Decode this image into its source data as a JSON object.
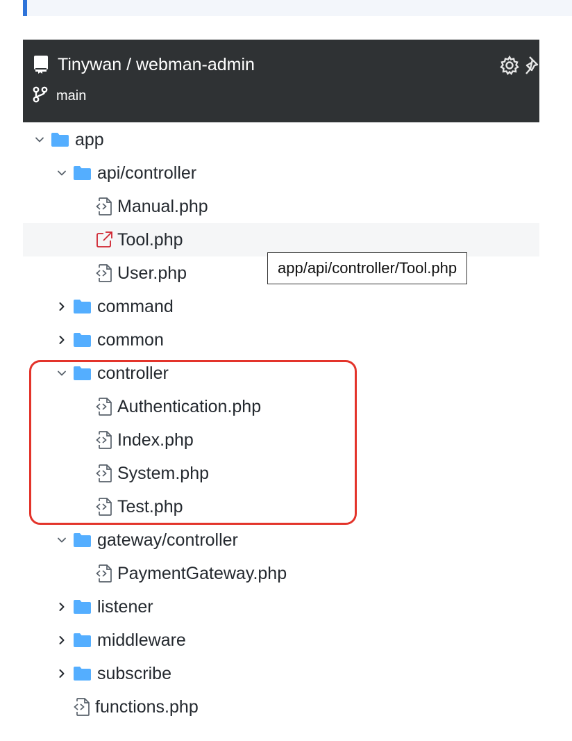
{
  "header": {
    "repo_title": "Tinywan / webman-admin",
    "branch": "main"
  },
  "tooltip": {
    "text": "app/api/controller/Tool.php"
  },
  "tree": {
    "items": [
      {
        "label": "app",
        "kind": "folder",
        "expanded": true,
        "depth": 0
      },
      {
        "label": "api/controller",
        "kind": "folder",
        "expanded": true,
        "depth": 1
      },
      {
        "label": "Manual.php",
        "kind": "file",
        "depth": 2
      },
      {
        "label": "Tool.php",
        "kind": "link-file",
        "depth": 2
      },
      {
        "label": "User.php",
        "kind": "file",
        "depth": 2
      },
      {
        "label": "command",
        "kind": "folder",
        "expanded": false,
        "depth": 1
      },
      {
        "label": "common",
        "kind": "folder",
        "expanded": false,
        "depth": 1
      },
      {
        "label": "controller",
        "kind": "folder",
        "expanded": true,
        "depth": 1
      },
      {
        "label": "Authentication.php",
        "kind": "file",
        "depth": 2
      },
      {
        "label": "Index.php",
        "kind": "file",
        "depth": 2
      },
      {
        "label": "System.php",
        "kind": "file",
        "depth": 2
      },
      {
        "label": "Test.php",
        "kind": "file",
        "depth": 2
      },
      {
        "label": "gateway/controller",
        "kind": "folder",
        "expanded": true,
        "depth": 1
      },
      {
        "label": "PaymentGateway.php",
        "kind": "file",
        "depth": 2
      },
      {
        "label": "listener",
        "kind": "folder",
        "expanded": false,
        "depth": 1
      },
      {
        "label": "middleware",
        "kind": "folder",
        "expanded": false,
        "depth": 1
      },
      {
        "label": "subscribe",
        "kind": "folder",
        "expanded": false,
        "depth": 1
      },
      {
        "label": "functions.php",
        "kind": "file",
        "depth": 1
      }
    ]
  },
  "colors": {
    "header_bg": "#2f3234",
    "folder": "#54aeff",
    "link_icon": "#cf222e",
    "highlight_border": "#e3342b",
    "accent_bar": "#2e73d9"
  }
}
